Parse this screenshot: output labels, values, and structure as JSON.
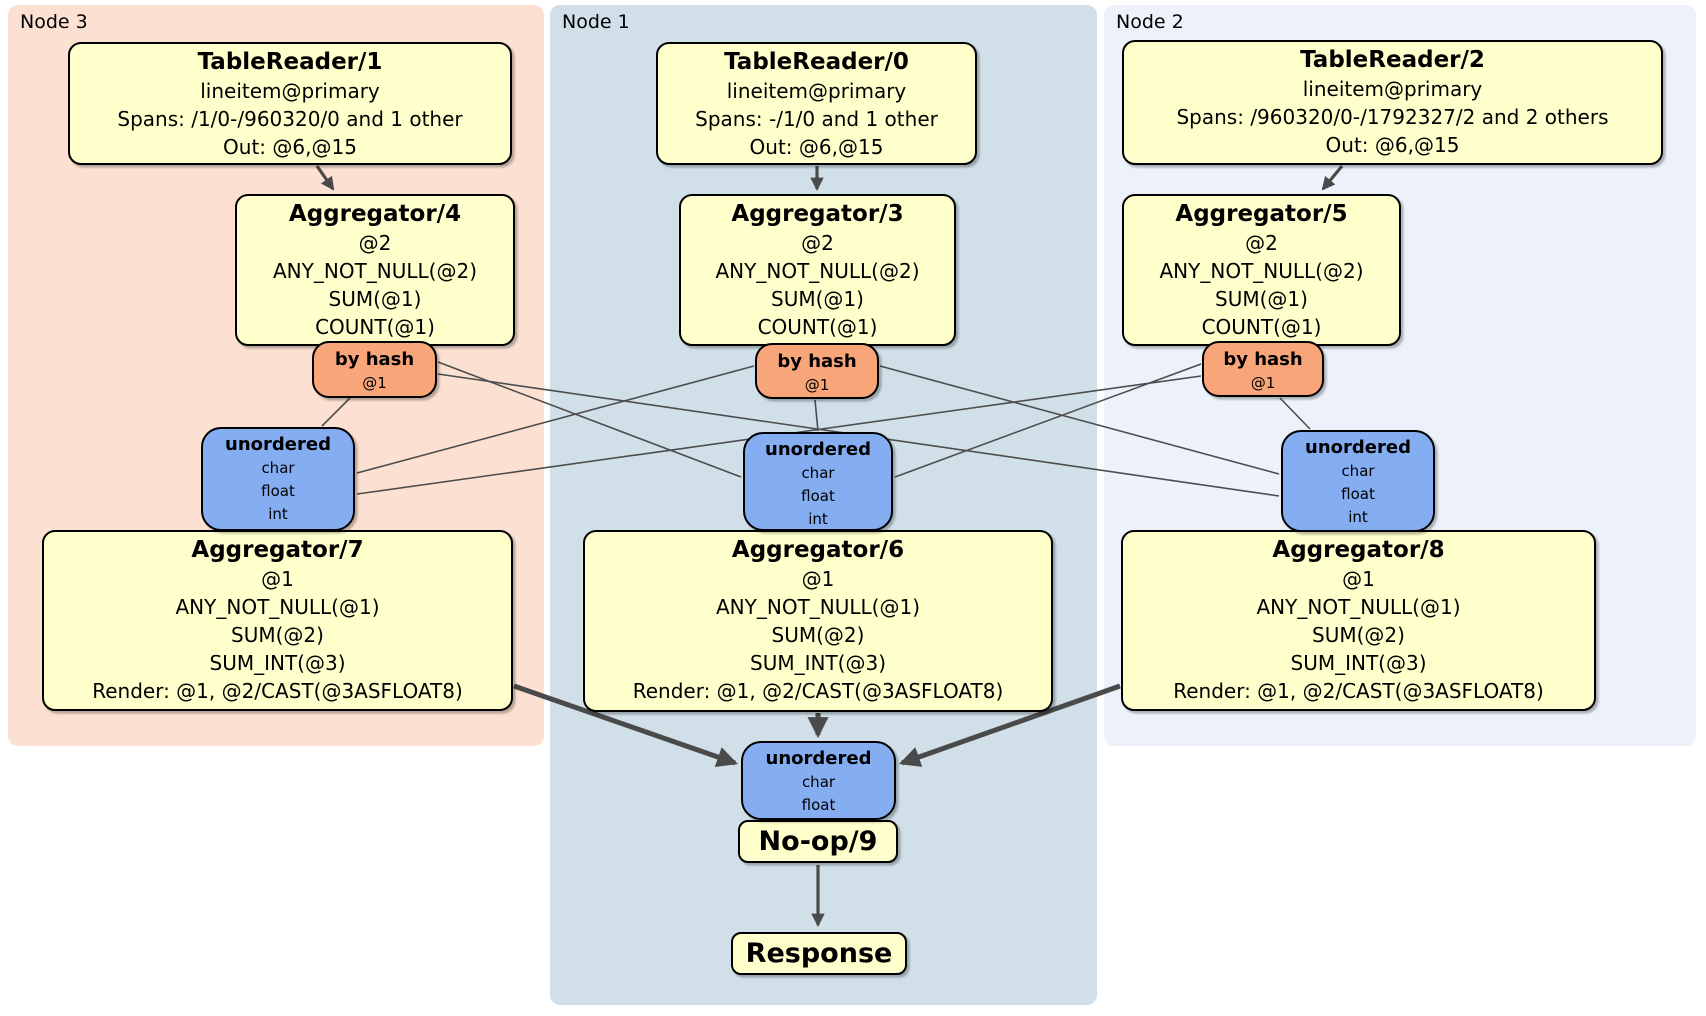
{
  "regions": {
    "node3": {
      "label": "Node 3"
    },
    "node1": {
      "label": "Node 1"
    },
    "node2": {
      "label": "Node 2"
    }
  },
  "boxes": {
    "tr1": {
      "title": "TableReader/1",
      "lines": [
        "lineitem@primary",
        "Spans: /1/0-/960320/0 and 1 other",
        "Out: @6,@15"
      ]
    },
    "tr0": {
      "title": "TableReader/0",
      "lines": [
        "lineitem@primary",
        "Spans: -/1/0 and 1 other",
        "Out: @6,@15"
      ]
    },
    "tr2": {
      "title": "TableReader/2",
      "lines": [
        "lineitem@primary",
        "Spans: /960320/0-/1792327/2 and 2 others",
        "Out: @6,@15"
      ]
    },
    "agg4": {
      "title": "Aggregator/4",
      "lines": [
        "@2",
        "ANY_NOT_NULL(@2)",
        "SUM(@1)",
        "COUNT(@1)"
      ]
    },
    "agg3": {
      "title": "Aggregator/3",
      "lines": [
        "@2",
        "ANY_NOT_NULL(@2)",
        "SUM(@1)",
        "COUNT(@1)"
      ]
    },
    "agg5": {
      "title": "Aggregator/5",
      "lines": [
        "@2",
        "ANY_NOT_NULL(@2)",
        "SUM(@1)",
        "COUNT(@1)"
      ]
    },
    "agg7": {
      "title": "Aggregator/7",
      "lines": [
        "@1",
        "ANY_NOT_NULL(@1)",
        "SUM(@2)",
        "SUM_INT(@3)",
        "Render: @1, @2/CAST(@3ASFLOAT8)"
      ]
    },
    "agg6": {
      "title": "Aggregator/6",
      "lines": [
        "@1",
        "ANY_NOT_NULL(@1)",
        "SUM(@2)",
        "SUM_INT(@3)",
        "Render: @1, @2/CAST(@3ASFLOAT8)"
      ]
    },
    "agg8": {
      "title": "Aggregator/8",
      "lines": [
        "@1",
        "ANY_NOT_NULL(@1)",
        "SUM(@2)",
        "SUM_INT(@3)",
        "Render: @1, @2/CAST(@3ASFLOAT8)"
      ]
    },
    "bh3": {
      "title": "by hash",
      "lines": [
        "@1"
      ]
    },
    "bh1": {
      "title": "by hash",
      "lines": [
        "@1"
      ]
    },
    "bh2": {
      "title": "by hash",
      "lines": [
        "@1"
      ]
    },
    "un3": {
      "title": "unordered",
      "lines": [
        "char",
        "float",
        "int"
      ]
    },
    "un1": {
      "title": "unordered",
      "lines": [
        "char",
        "float",
        "int"
      ]
    },
    "un2": {
      "title": "unordered",
      "lines": [
        "char",
        "float",
        "int"
      ]
    },
    "unb": {
      "title": "unordered",
      "lines": [
        "char",
        "float"
      ]
    },
    "noop": {
      "title": "No-op/9"
    },
    "resp": {
      "title": "Response"
    }
  },
  "colors": {
    "node3_bg": "#FCE0D2",
    "node1_bg": "#D0DFE8",
    "node2_bg": "#ECF1FA",
    "processor_bg": "#FFFFCC",
    "router_bg": "#F7A579",
    "sync_bg": "#84ADF2",
    "edge": "#4A4A4A",
    "border": "#000000"
  }
}
